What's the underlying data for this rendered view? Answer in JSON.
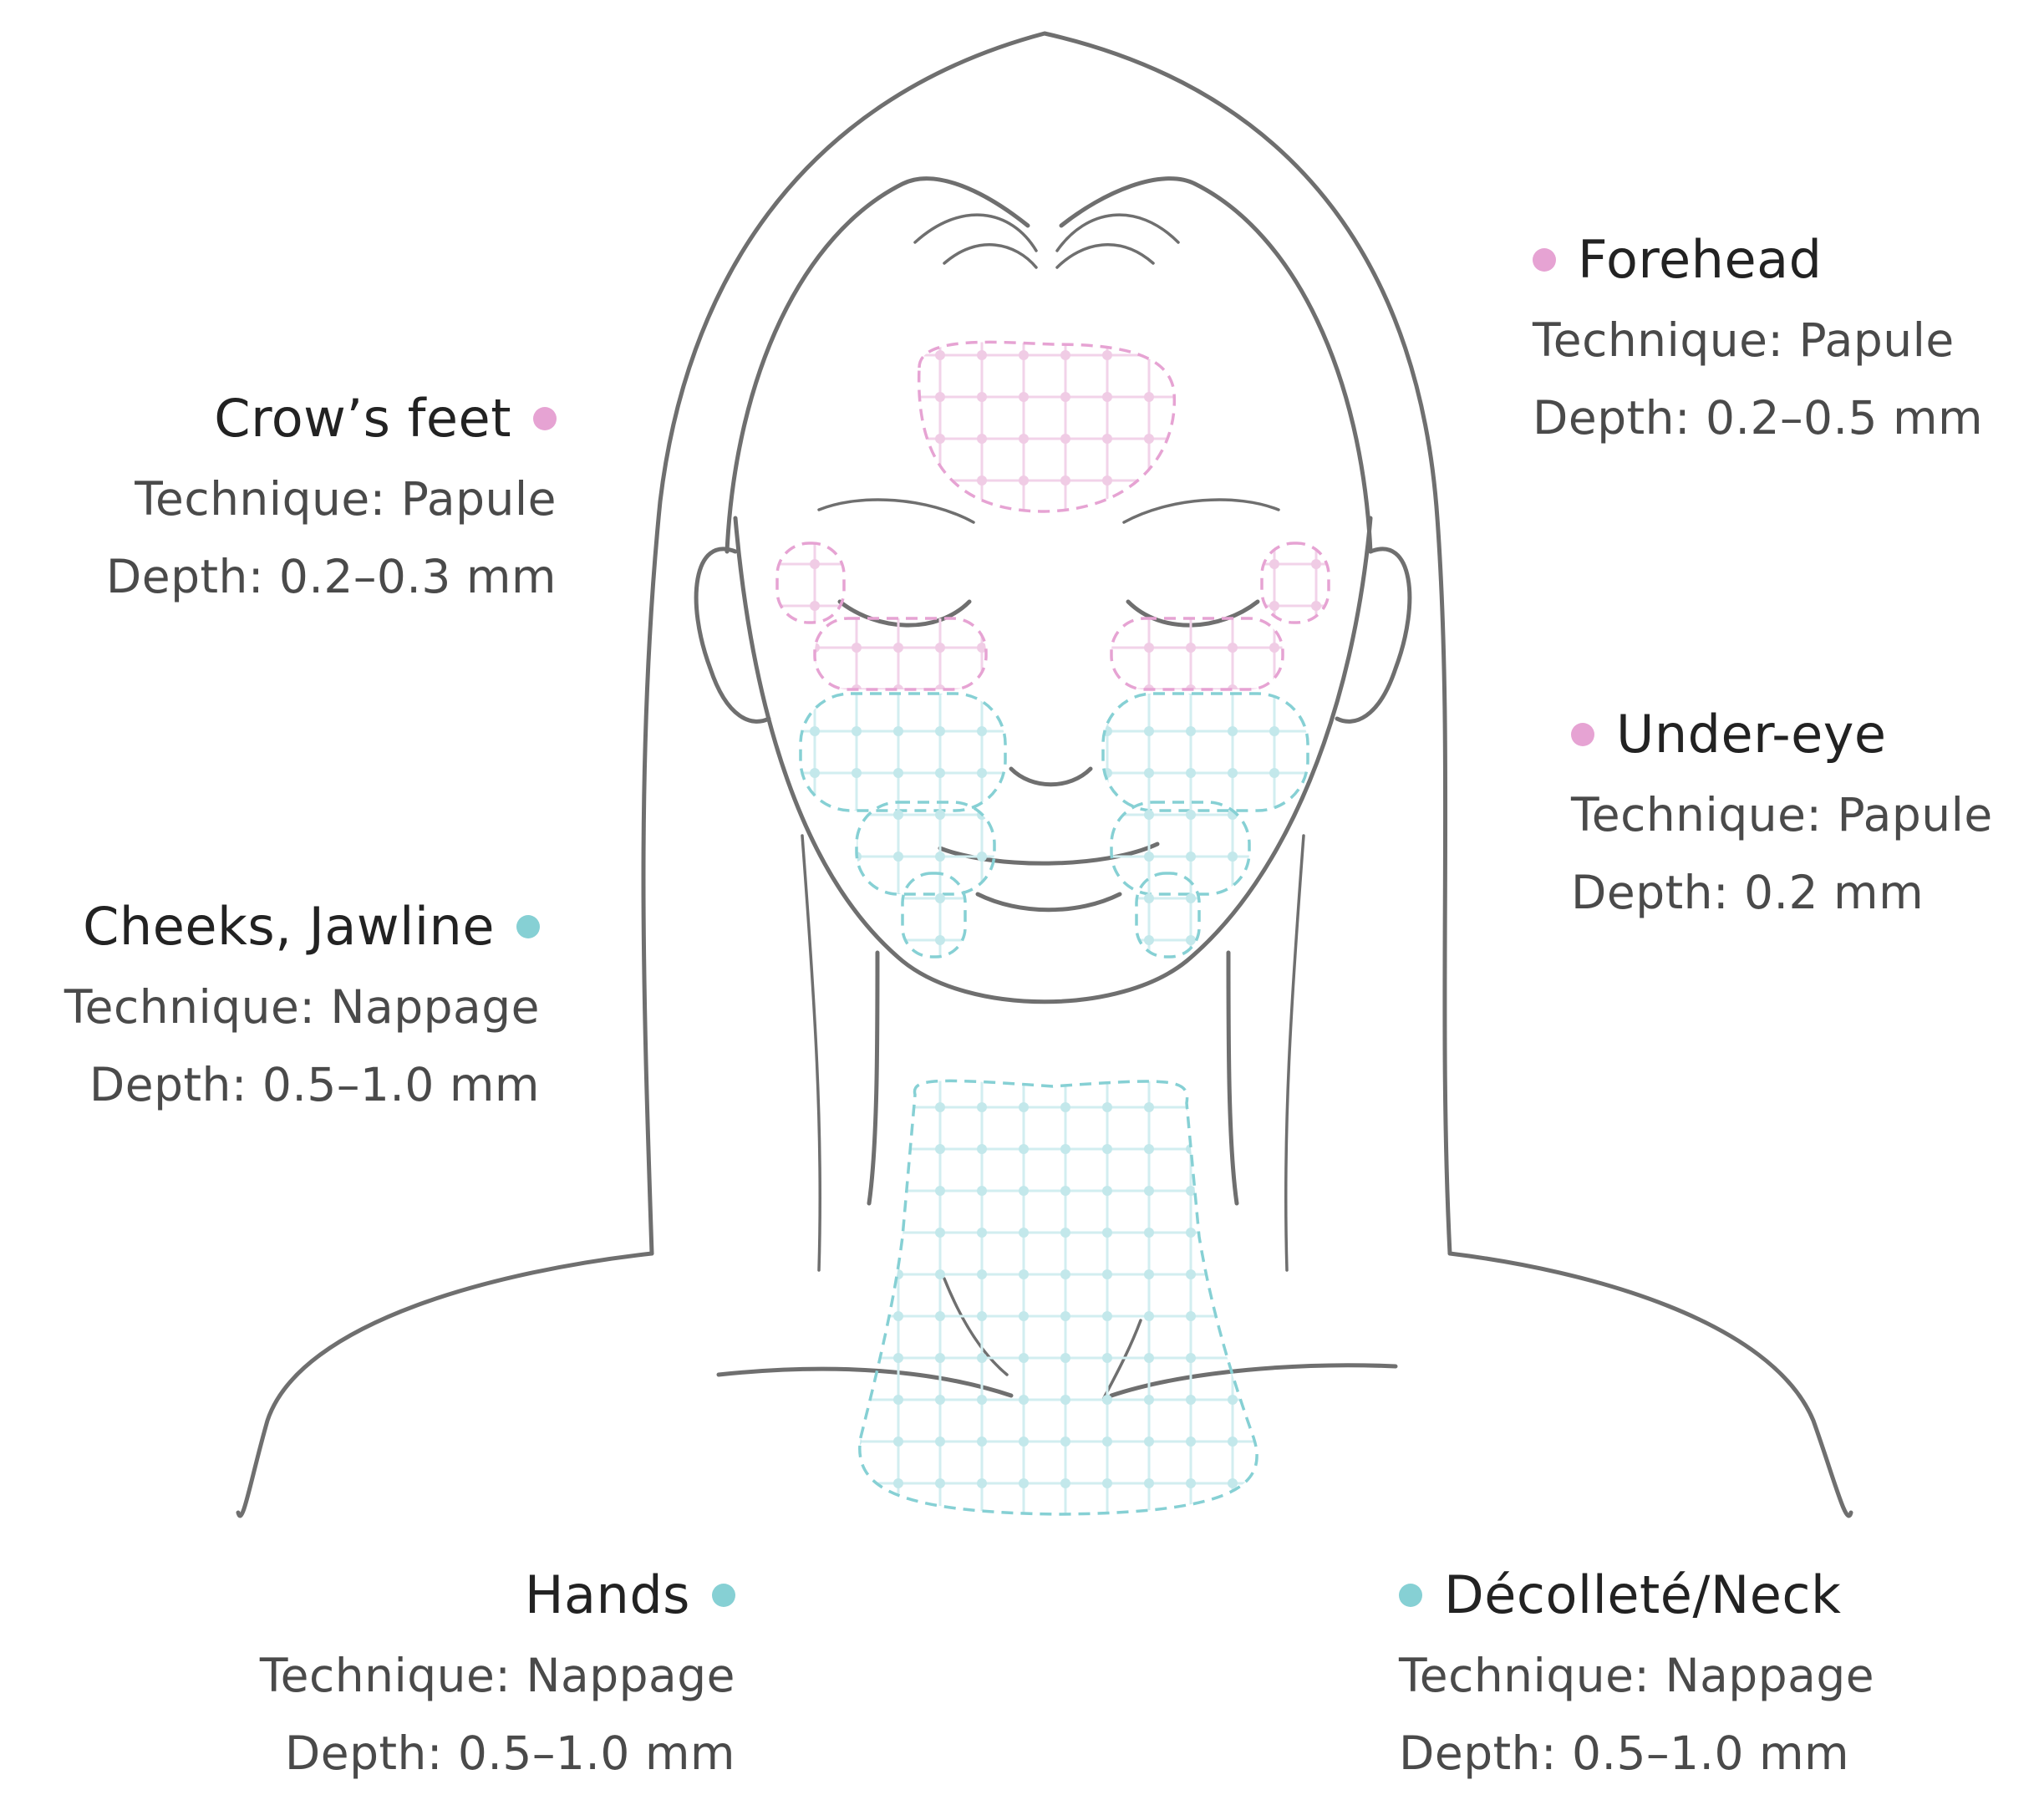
{
  "colors": {
    "papule": "#e6a3d3",
    "nappage": "#86d0d4",
    "line": "#6f6f6f"
  },
  "labels": {
    "crows_feet": {
      "title": "Crow’s feet",
      "technique": "Technique: Papule",
      "depth": "Depth: 0.2–0.3 mm",
      "color_key": "papule"
    },
    "forehead": {
      "title": "Forehead",
      "technique": "Technique: Papule",
      "depth": "Depth: 0.2–0.5 mm",
      "color_key": "papule"
    },
    "under_eye": {
      "title": "Under-eye",
      "technique": "Technique: Papule",
      "depth": "Depth: 0.2 mm",
      "color_key": "papule"
    },
    "cheeks_jawline": {
      "title": "Cheeks, Jawline",
      "technique": "Technique: Nappage",
      "depth": "Depth: 0.5–1.0 mm",
      "color_key": "nappage"
    },
    "hands": {
      "title": "Hands",
      "technique": "Technique: Nappage",
      "depth": "Depth: 0.5–1.0 mm",
      "color_key": "nappage"
    },
    "decollete_neck": {
      "title": "Décolleté/Neck",
      "technique": "Technique: Nappage",
      "depth": "Depth: 0.5–1.0 mm",
      "color_key": "nappage"
    }
  }
}
